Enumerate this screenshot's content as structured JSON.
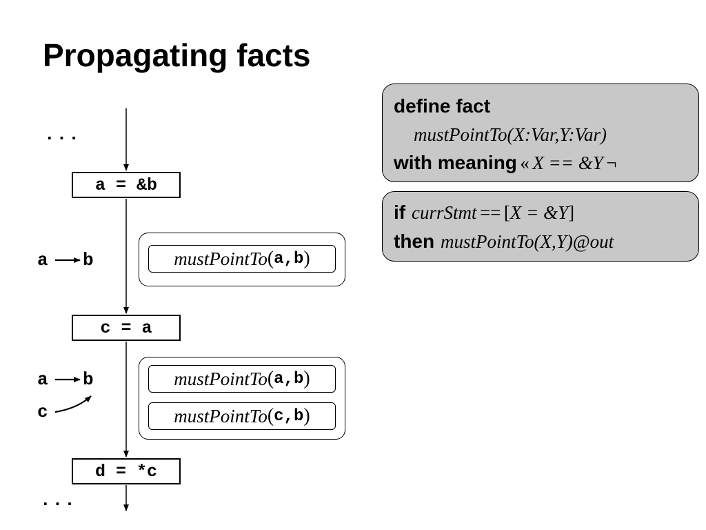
{
  "slide": {
    "title": "Propagating facts"
  },
  "flow": {
    "dots_top": "...",
    "dots_bottom": "...",
    "statements": [
      {
        "text": "a = &b"
      },
      {
        "text": "c = a"
      },
      {
        "text": "d = *c"
      }
    ],
    "labels": {
      "edge1": {
        "from": "a",
        "to": "b"
      },
      "edge2": {
        "from": "a",
        "to": "b",
        "extra": "c"
      }
    },
    "fact_groups": [
      {
        "facts": [
          {
            "name": "mustPointTo",
            "open": "(",
            "args": "a,b",
            "close": ")"
          }
        ]
      },
      {
        "facts": [
          {
            "name": "mustPointTo",
            "open": "(",
            "args": "a,b",
            "close": ")"
          },
          {
            "name": "mustPointTo",
            "open": "(",
            "args": "c,b",
            "close": ")"
          }
        ]
      }
    ]
  },
  "definition": {
    "define_kw": "define fact",
    "signature": "mustPointTo(X:Var,Y:Var)",
    "with_kw": "with meaning",
    "open_q": "«",
    "meaning": "X == &Y",
    "close_q": "¬"
  },
  "rule": {
    "if_kw": "if",
    "cond_var": "currStmt",
    "cond_op": "==",
    "cond_open": "[",
    "cond_expr": "X = &Y",
    "cond_close": "]",
    "then_kw": "then",
    "conclusion": "mustPointTo(X,Y)@out"
  },
  "colors": {
    "box_fill": "#c8c8c8",
    "stroke": "#000000",
    "background": "#ffffff"
  }
}
